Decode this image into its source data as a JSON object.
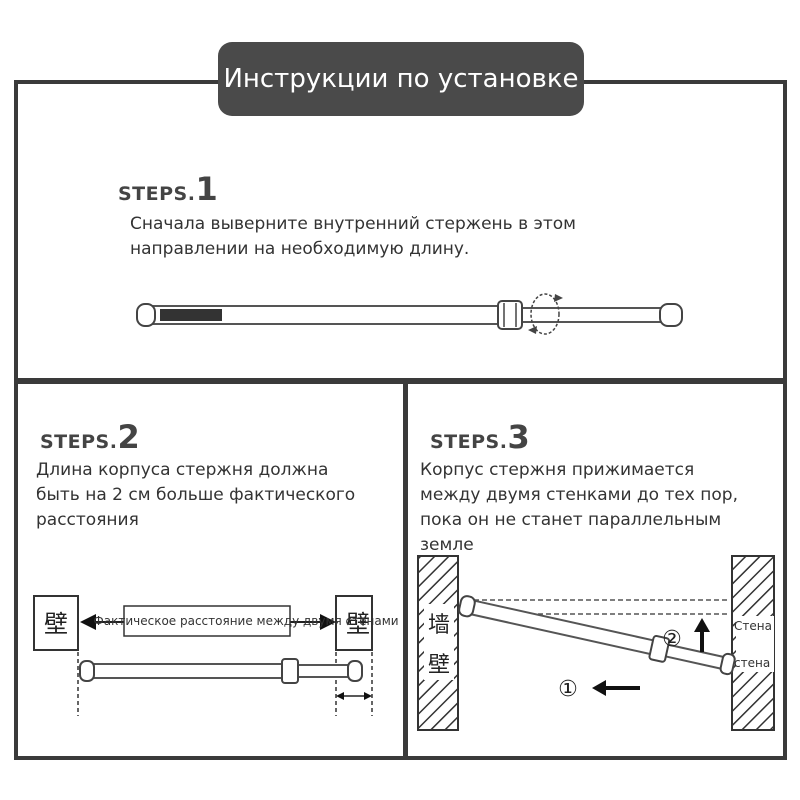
{
  "banner": {
    "title": "Инструкции по установке"
  },
  "step1": {
    "label": "STEPS.",
    "number": "1",
    "text_line1": "Сначала выверните внутренний стержень в этом",
    "text_line2": "направлении на необходимую длину."
  },
  "step2": {
    "label": "STEPS.",
    "number": "2",
    "text_line1": "Длина корпуса стержня должна",
    "text_line2": "быть на 2 см больше фактического",
    "text_line3": "расстояния",
    "wall_char": "壁",
    "distance_label": "Фактическое расстояние между двумя стенами"
  },
  "step3": {
    "label": "STEPS.",
    "number": "3",
    "text_line1": "Корпус стержня прижимается",
    "text_line2": "между двумя стенками до тех пор,",
    "text_line3": "пока он не станет параллельным",
    "text_line4": "земле",
    "wall_char_top": "墙",
    "wall_char_bottom": "壁",
    "marker_1": "①",
    "marker_2": "②",
    "wall_label_top": "Стена",
    "wall_label_bottom": "стена"
  },
  "colors": {
    "border": "#3a3a3a",
    "banner_bg": "#4a4a4a",
    "text": "#333333"
  }
}
